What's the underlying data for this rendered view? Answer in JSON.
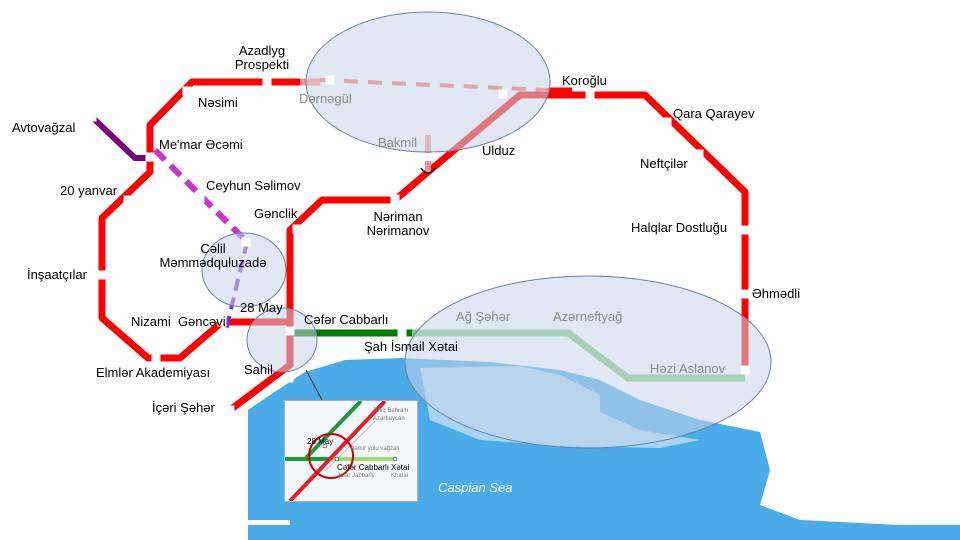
{
  "stations": {
    "azadlyg": "Azadlyg\nProspekti",
    "nesimi": "Nəsimi",
    "dernegul": "Dərnəgül",
    "koroglu": "Koroğlu",
    "qara_qarayev": "Qara Qarayev",
    "avtovagzal": "Avtovağzal",
    "memar_ecemi": "Me'mar Əcəmi",
    "bakmil": "Bakmil",
    "ulduz": "Ulduz",
    "neftciler": "Neftçilər",
    "yanvar20": "20 yanvar",
    "ceyhun_selimov": "Ceyhun Səlimov",
    "genclik": "Gənclik",
    "neriman_nerimanov": "Nəriman\nNərimanov",
    "halqlar_dostlugu": "Halqlar Dostluğu",
    "celil_memmedquluzade": "Cəlil\nMəmmədquluzadə",
    "insaatcilar": "İnşaatçılar",
    "ehmedli": "Əhmədli",
    "may28": "28 May",
    "cefer_cabbarli": "Cəfər Cabbarlı",
    "ag_seher": "Ağ Şəhər",
    "azerneftyag": "Azərneftyağ",
    "nizami_gencevi": "Nizami  Gəncəvi",
    "sah_ismail_xetai": "Şah İsmail Xətai",
    "elmler_akademiyasi": "Elmlər Akademiyası",
    "hezi_aslanov": "Həzi Aslanov",
    "sahil": "Sahil",
    "iceri_seher": "İçəri Şəhər"
  },
  "sea": {
    "label": "Caspian Sea"
  },
  "inset": {
    "may28": "28 May",
    "cefer_cabbarli": "Cəfər Cabbarlı",
    "cefer_cabbarli_sub": "Jafar Jabbarly",
    "xetai": "Xətai",
    "xetai_sub": "Khatai",
    "tiny1": "Tofiq Bəhram",
    "tiny2": "dəmir yolu vağzalı",
    "tiny3": "Azərbaycan"
  },
  "colors": {
    "red_line": "#ff0000",
    "green_line": "#007a00",
    "light_green_line": "#7fc97f",
    "purple_line": "#7a007a",
    "magenta_line": "#cc33cc",
    "sea": "#4aabe8",
    "station_marker": "#ffffff",
    "highlight_ellipse": "#c9d6ea"
  }
}
